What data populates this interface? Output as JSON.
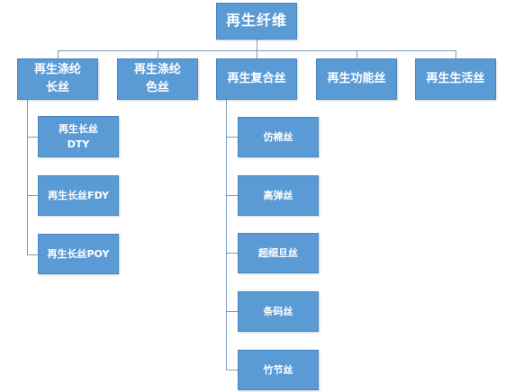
{
  "root": {
    "label": "再生纤维"
  },
  "level1": [
    {
      "id": "polyester-long",
      "label": "再生涤纶\n长丝"
    },
    {
      "id": "polyester-color",
      "label": "再生涤纶\n色丝"
    },
    {
      "id": "composite",
      "label": "再生复合丝"
    },
    {
      "id": "functional",
      "label": "再生功能丝"
    },
    {
      "id": "living",
      "label": "再生生活丝"
    }
  ],
  "long_filament_children": [
    {
      "label": "再生长丝\nDTY"
    },
    {
      "label": "再生长丝FDY"
    },
    {
      "label": "再生长丝POY"
    }
  ],
  "composite_children": [
    {
      "label": "仿棉丝"
    },
    {
      "label": "高弹丝"
    },
    {
      "label": "超细旦丝"
    },
    {
      "label": "条码丝"
    },
    {
      "label": "竹节丝"
    }
  ],
  "colors": {
    "node_fill": "#5b9bd5",
    "node_text": "#ffffff",
    "connector": "#7f9dbd"
  }
}
